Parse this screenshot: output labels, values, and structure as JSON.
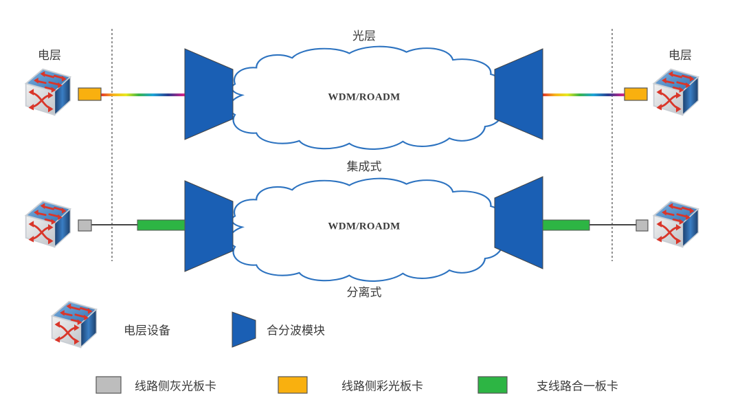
{
  "labels": {
    "left_electrical_layer": "电层",
    "right_electrical_layer": "电层",
    "optical_layer": "光层",
    "integrated": "集成式",
    "separated": "分离式"
  },
  "clouds": {
    "top": "WDM/ROADM",
    "bottom": "WDM/ROADM"
  },
  "legend": {
    "electrical_device": "电层设备",
    "mux_demux_module": "合分波模块",
    "grey_line_card": "线路侧灰光板卡",
    "colored_line_card": "线路侧彩光板卡",
    "tributary_line_card": "支线路合一板卡"
  },
  "colors": {
    "mux_blue": "#1a5fb4",
    "cloud_stroke": "#2d73c0",
    "grey_card": "#bdbdbd",
    "colored_card": "#f9b00f",
    "tributary_card": "#2db544",
    "switch_top": "#4a88c8",
    "switch_arrow": "#d9362a"
  }
}
